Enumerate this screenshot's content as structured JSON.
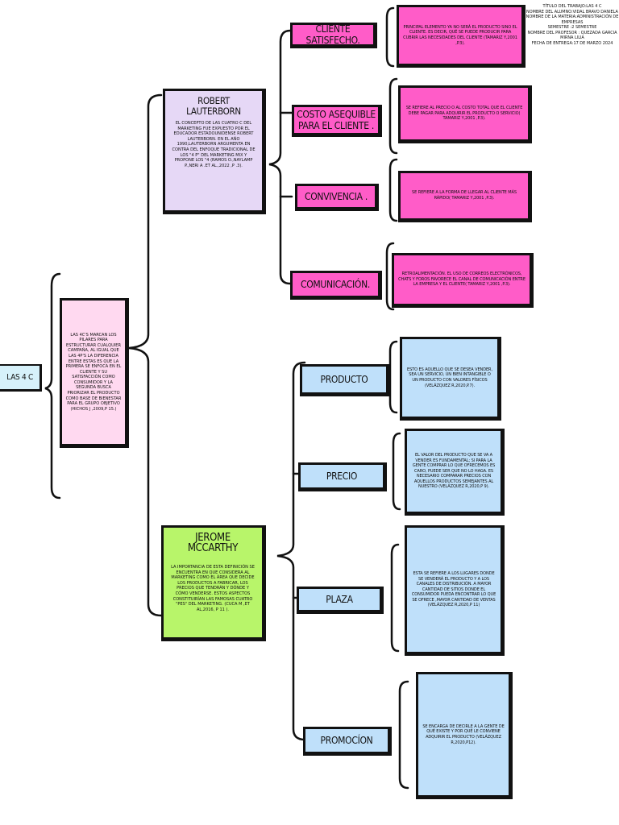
{
  "root": {
    "label": "LAS 4 C"
  },
  "intro": {
    "text": "LAS 4C'S MARCAN LOS PILARES PARA ESTRUCTURAR CUALQUIER CAMPAÑA, AL IGUAL QUE LAS 4P'S LA DIFERENCIA ENTRE ESTAS ES QUE LA PRIMERA SE ENFOCA EN EL CLIENTE Y SU SATISFACCIÓN COMO CONSUMIDOR Y LA SEGUNDA BUSCA PRIORIZAR EL PRODUCTO COMO BASE DE BIENESTAR PARA EL GRUPO OBJETIVO (HICHOS J ,2009,P 15.)"
  },
  "lauterborn": {
    "title": "ROBERT LAUTERBORN",
    "text": "EL CONCEPTO DE LAS CUATRO C DEL MARKETING FUE EXPUESTO POR EL EDUCADOR ESTADOUNIDENSE ROBERT LAUTERBORN. EN EL AÑO 1990,LAUTERBORN ARGUMENTA EN CONTRA DEL ENFOQUE TRADICIONAL DE LOS \"4 P\" DEL MARKETING MIX Y PROPONE LOS \"4 (RAMOS O.,NAYLAMP P.,NERI A .ET AL.,2022 ,P .3)."
  },
  "mccarthy": {
    "title": "JEROME MCCARTHY",
    "text": "LA IMPORTANCIA DE ESTA DEFINICIÓN SE ENCUENTRA EN QUE CONSIDERA AL MARKETING COMO EL ÁREA QUE DECIDE LOS PRODUCTOS A FABRICAR, LOS PRECIOS QUE TENDRÁN Y DÓNDE Y CÓMO VENDERSE. ESTOS ASPECTOS CONSTITUIRÍAN LAS FAMOSAS CUATRO \"PES\" DEL MARKETING. (CUCA M ,ET AL,2016, P 11 )."
  },
  "c_items": [
    {
      "label": "CLIENTE SATISFECHO.",
      "desc": "PRINCIPAL ELEMENTO YA NO SERÁ EL PRODUCTO SINO EL CLIENTE. ES DECIR, QUÉ SE PUEDE PRODUCIR PARA CUBRIR LAS NECESIDADES DEL CLIENTE (TAMARIZ Y,2001 ,P.3)."
    },
    {
      "label": "COSTO ASEQUIBLE PARA EL CLIENTE .",
      "desc": "SE REFIERE AL PRECIO O AL COSTO TOTAL QUE EL CLIENTE DEBE PAGAR PARA ADQUIRIR EL PRODUCTO O SERVICIO( TAMARIZ Y,2001 ,P.3)."
    },
    {
      "label": "CONVIVENCIA .",
      "desc": "SE REFIERE A LA FORMA DE LLEGAR AL CLIENTE MÁS RÁPIDO( TAMARIZ Y,2001 ,P.3)."
    },
    {
      "label": "COMUNICACIÓN.",
      "desc": "RETROALIMENTACIÓN. EL USO DE CORREOS ELECTRÓNICOS, CHATS Y FOROS FAVORECE EL CANAL DE COMUNICACIÓN ENTRE LA EMPRESA Y EL CLIENTE( TAMARIZ Y,2001 ,P.3)."
    }
  ],
  "p_items": [
    {
      "label": "PRODUCTO",
      "desc": "ESTO ES AQUELLO QUE SE DESEA VENDER, SEA UN SERVICIO, UN BIEN INTANGIBLE O UN PRODUCTO CON VALORES FÍSICOS (VELÁZQUEZ R,2020,P.7)."
    },
    {
      "label": "PRECIO",
      "desc": "EL VALOR DEL PRODUCTO QUE SE VA A VENDER ES FUNDAMENTAL; SI PARA LA GENTE COMPRAR LO QUE OFRECEMOS ES CARO, PUEDE SER QUE NO LO HAGA. ES NECESARIO COMPARAR PRECIOS CON AQUELLOS PRODUCTOS SEMEJANTES AL NUESTRO (VELÁZQUEZ R,2020,P 9)."
    },
    {
      "label": "PLAZA",
      "desc": "ESTA SE REFIERE A LOS LUGARES DONDE SE VENDERÁ EL PRODUCTO Y A LOS CANALES DE DISTRIBUCIÓN. A MAYOR CANTIDAD DE SITIOS DONDE EL CONSUMIDOR PUEDA ENCONTRAR LO QUE SE OFRECE ,MAYOR CANTIDAD DE VENTAS (VELÁZQUEZ R,2020,P 11)"
    },
    {
      "label": "PROMOCÍON",
      "desc": "SE ENCARGA DE DECIRLE A LA GENTE DE QUÉ EXISTE Y POR QUÉ LE CONVIENE ADQUIRIR EL PRODUCTO (VELÁZQUEZ R,2020,P12)."
    }
  ],
  "info": {
    "lines": [
      "TÍTULO DEL TRABAJO:LAS 4 C",
      "NOMBRE DEL ALUMNO:VIDAL BRAVO DANIELA",
      "NOMBRE DE LA MATERIA:ADMINISTRACIÓN DE EMPRESAS",
      "SEMESTRE :2 SEMESTRE",
      "NOMBRE DEL PROFESOR : QUEZADA GARCIA MIRNA LILIA",
      "FECHA DE ENTREGA:17 DE MARZO 2024"
    ]
  }
}
